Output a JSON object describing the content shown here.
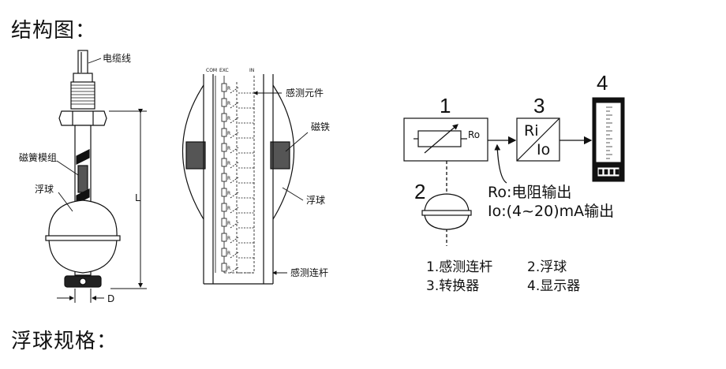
{
  "headings": {
    "structure": "结构图：",
    "float_spec": "浮球规格："
  },
  "left_drawing": {
    "cable": "电缆线",
    "reed_module": "磁簧模组",
    "float": "浮球",
    "length_mark": "L",
    "diameter_mark": "D"
  },
  "middle_drawing": {
    "terminal_com": "COM",
    "terminal_exc": "EXC",
    "terminal_in": "IN",
    "resistor_mark": "R",
    "sensing_element": "感测元件",
    "magnet": "磁铁",
    "float": "浮球",
    "sensing_rod": "感测连杆"
  },
  "right_diagram": {
    "num1": "1",
    "num2": "2",
    "num3": "3",
    "num4": "4",
    "ro_box_label": "Ro",
    "ri_label": "Ri",
    "io_label": "Io",
    "note_ro": "Ro:电阻输出",
    "note_io": "Io:(4~20)mA输出",
    "legend": [
      "1.感测连杆",
      "2.浮球",
      "3.转换器",
      "4.显示器"
    ]
  }
}
